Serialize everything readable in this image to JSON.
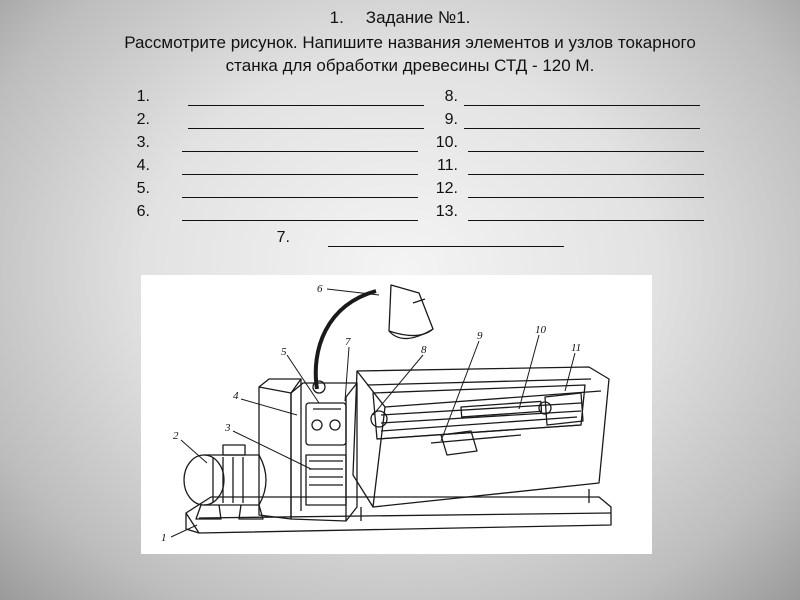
{
  "task": {
    "number": "1.",
    "title": "Задание №1.",
    "instruction_line1": "Рассмотрите рисунок. Напишите названия элементов и узлов токарного",
    "instruction_line2": "станка для обработки древесины СТД - 120 М."
  },
  "answer_rows": {
    "left": [
      {
        "label": "1."
      },
      {
        "label": "2."
      },
      {
        "label": "3."
      },
      {
        "label": "4."
      },
      {
        "label": "5."
      },
      {
        "label": "6."
      }
    ],
    "right": [
      {
        "label": "8."
      },
      {
        "label": "9."
      },
      {
        "label": "10."
      },
      {
        "label": "11."
      },
      {
        "label": "12."
      },
      {
        "label": "13."
      }
    ],
    "center": {
      "label": "7."
    }
  },
  "figure": {
    "callouts": [
      "1",
      "2",
      "3",
      "4",
      "5",
      "6",
      "7",
      "8",
      "9",
      "10",
      "11"
    ]
  }
}
